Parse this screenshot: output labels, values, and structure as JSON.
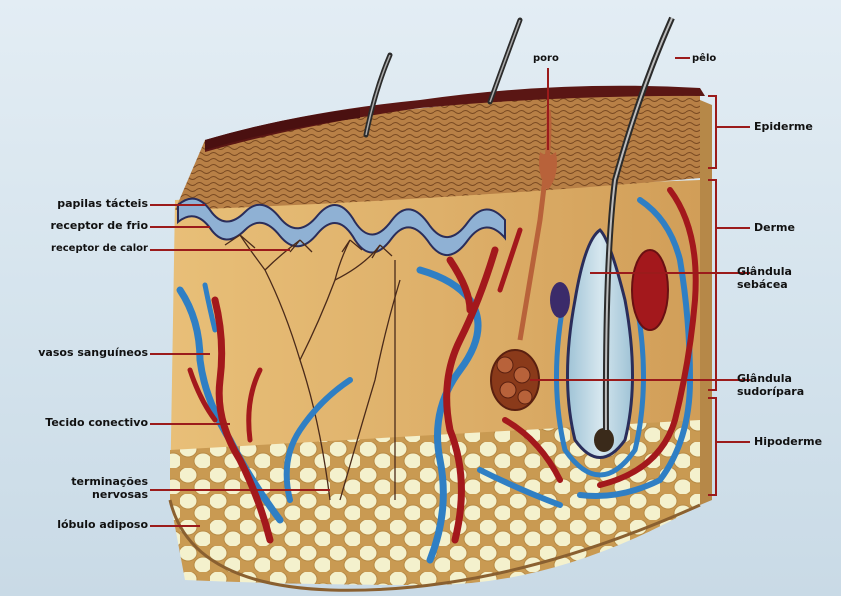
{
  "labels": {
    "pore": "poro",
    "hair": "pêlo",
    "epidermis": "Epiderme",
    "dermis": "Derme",
    "sebaceous_1": "Glândula",
    "sebaceous_2": "sebácea",
    "sweat_1": "Glândula",
    "sweat_2": "sudorípara",
    "hypodermis": "Hipoderme",
    "tactile_papilla": "papilas tácteis",
    "cold_receptor": "receptor de frio",
    "heat_receptor": "receptor de calor",
    "blood_vessels": "vasos sanguíneos",
    "connective_tissue": "Tecido conectivo",
    "nerve_endings_1": "terminações",
    "nerve_endings_2": "nervosas",
    "fat_lobule": "lóbulo adiposo"
  },
  "colors": {
    "background": "#d6e4ee",
    "epidermis_top": "#5a1614",
    "epidermis_layer": "#b8824a",
    "dermis": "#e0b46e",
    "vein": "#2f7fc4",
    "artery": "#a3181c",
    "fat": "#f3f0c9",
    "nerve": "#4a2a1a",
    "leader_line": "#9b1b1b"
  }
}
